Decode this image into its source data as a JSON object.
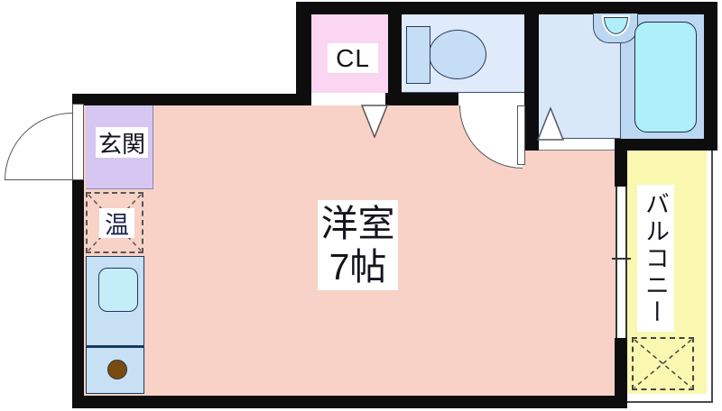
{
  "plan_title": "apartment-floor-plan",
  "labels": {
    "entrance": "玄関",
    "closet": "CL",
    "main_room_name": "洋室",
    "main_room_size": "7帖",
    "water_heater": "温",
    "balcony": "バルコニー"
  },
  "palette": {
    "wall": "#0d0d0d",
    "main_room": "#f8d2c6",
    "entrance": "#d5c7f2",
    "closet": "#fbd6f3",
    "toilet_room": "#dfeafa",
    "toilet_fixture": "#c5ddf5",
    "bath_floor": "#d9e8f8",
    "bath_deck": "#bcd7f2",
    "tub": "#aeeffa",
    "balcony": "#faf7b0",
    "kitchen_counter": "#c7e0f4",
    "sink": "#c3edf7",
    "burner": "#7a4b10",
    "label_text": "#14141e"
  }
}
